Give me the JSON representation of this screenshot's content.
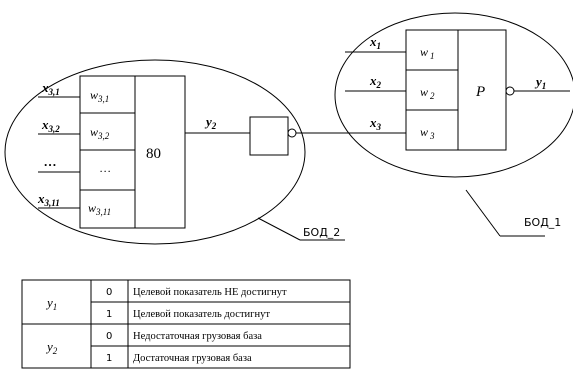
{
  "unit2": {
    "tag": "БОД_2",
    "inputs": [
      {
        "x": "x",
        "sub": "3,1",
        "w": "w",
        "wsub": "3,1"
      },
      {
        "x": "x",
        "sub": "3,2",
        "w": "w",
        "wsub": "3,2"
      },
      {
        "x": "…",
        "sub": "",
        "w": "…",
        "wsub": ""
      },
      {
        "x": "x",
        "sub": "3,11",
        "w": "w",
        "wsub": "3,11"
      }
    ],
    "threshold": "80",
    "output": {
      "y": "y",
      "sub": "2"
    }
  },
  "unit1": {
    "tag": "БОД_1",
    "inputs": [
      {
        "x": "x",
        "sub": "1",
        "w": "w",
        "wsub": "1"
      },
      {
        "x": "x",
        "sub": "2",
        "w": "w",
        "wsub": "2"
      },
      {
        "x": "x",
        "sub": "3",
        "w": "w",
        "wsub": "3"
      }
    ],
    "threshold": "P",
    "output": {
      "y": "y",
      "sub": "1"
    }
  },
  "table": [
    {
      "var": "y",
      "sub": "1",
      "rows": [
        {
          "code": "0",
          "text": "Целевой показатель НЕ достигнут"
        },
        {
          "code": "1",
          "text": "Целевой показатель достигнут"
        }
      ]
    },
    {
      "var": "y",
      "sub": "2",
      "rows": [
        {
          "code": "0",
          "text": "Недостаточная грузовая база"
        },
        {
          "code": "1",
          "text": "Достаточная грузовая база"
        }
      ]
    }
  ]
}
